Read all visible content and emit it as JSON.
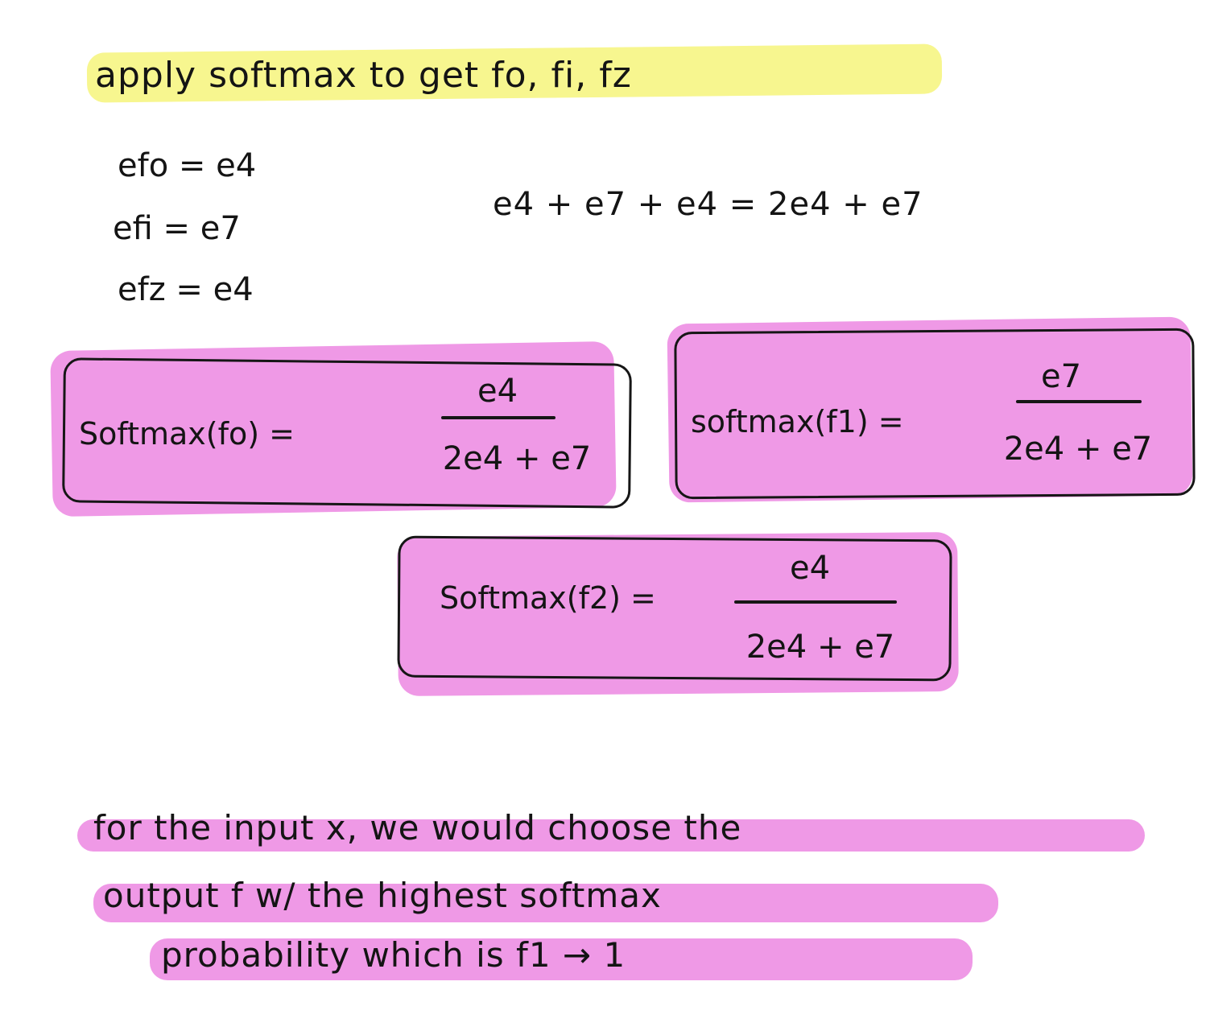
{
  "colors": {
    "yellow_highlight": "#f7f68f",
    "pink_highlight": "#ef99e6",
    "ink": "#141414"
  },
  "title": "apply softmax to get fo, fi, fz",
  "exponentials": [
    "efo = e4",
    "efi = e7",
    "efz = e4"
  ],
  "denominator_sum": "e4 + e7 + e4 = 2e4 + e7",
  "softmax_boxes": [
    {
      "lhs": "Softmax(fo) =",
      "numerator": "e4",
      "denominator": "2e4 + e7"
    },
    {
      "lhs": "softmax(f1) =",
      "numerator": "e7",
      "denominator": "2e4 + e7"
    },
    {
      "lhs": "Softmax(f2) =",
      "numerator": "e4",
      "denominator": "2e4 + e7"
    }
  ],
  "conclusion": [
    "for the input x, we would choose the",
    "output f w/ the highest softmax",
    "probability which is f1 → 1"
  ]
}
